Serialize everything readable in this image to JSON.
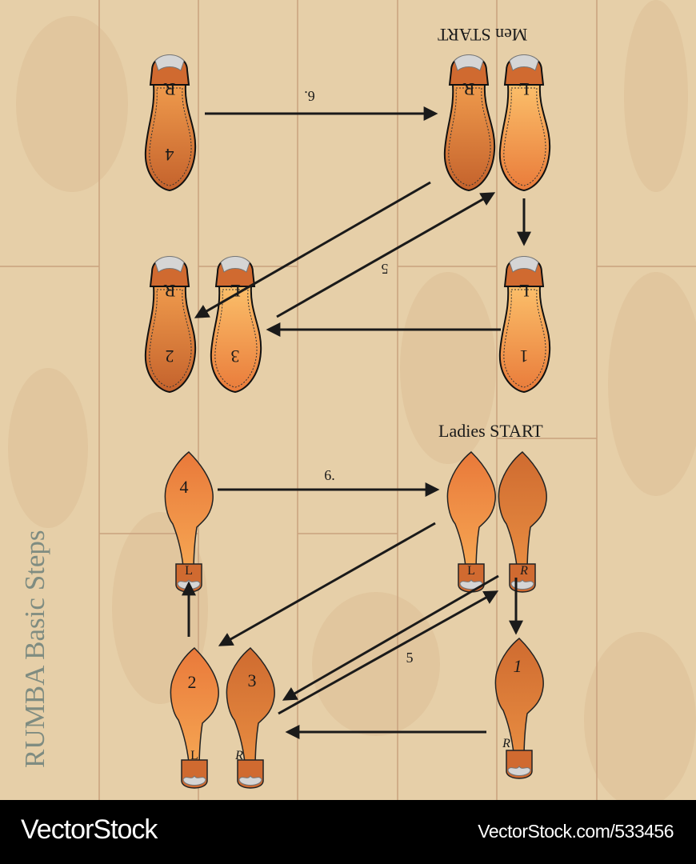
{
  "title": "RUMBA Basic Steps",
  "men": {
    "start_label": "Men START",
    "arrow_label_6": "6.",
    "arrow_label_5": "5",
    "footprints": [
      {
        "step": "1",
        "foot": "L"
      },
      {
        "step": "2",
        "foot": "R"
      },
      {
        "step": "3",
        "foot": "L"
      },
      {
        "step": "4",
        "foot": "R"
      },
      {
        "step": "start",
        "foot": "L"
      },
      {
        "step": "start",
        "foot": "R"
      }
    ]
  },
  "ladies": {
    "start_label": "Ladies START",
    "arrow_label_6": "6.",
    "arrow_label_5": "5",
    "footprints": [
      {
        "step": "1",
        "foot": "R"
      },
      {
        "step": "2",
        "foot": "L"
      },
      {
        "step": "3",
        "foot": "R"
      },
      {
        "step": "4",
        "foot": "L"
      },
      {
        "step": "start",
        "foot": "L"
      },
      {
        "step": "start",
        "foot": "R"
      }
    ]
  },
  "footer": {
    "brand": "VectorStock",
    "url": "VectorStock.com/533456"
  },
  "colors": {
    "wood": "#e6cfa8",
    "seam": "#c9a27e",
    "sole_light": "#f3a04d",
    "sole_dark": "#c9692e",
    "arrow": "#1a1a1a",
    "title": "#7f8c81"
  }
}
